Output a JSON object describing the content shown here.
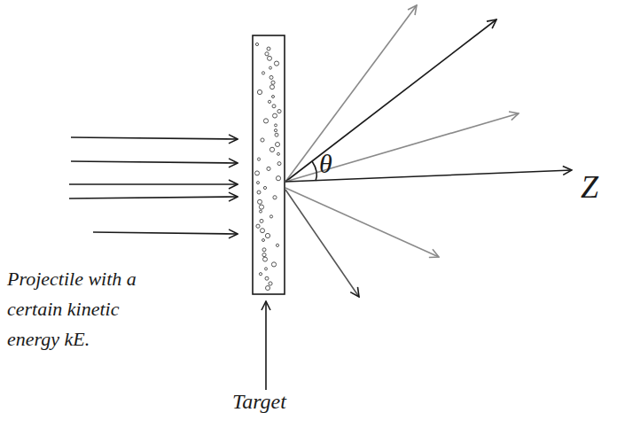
{
  "diagram": {
    "labels": [
      "θ",
      "Z",
      "Projectile with a certain kinetic energy kE.",
      "Target"
    ]
  }
}
